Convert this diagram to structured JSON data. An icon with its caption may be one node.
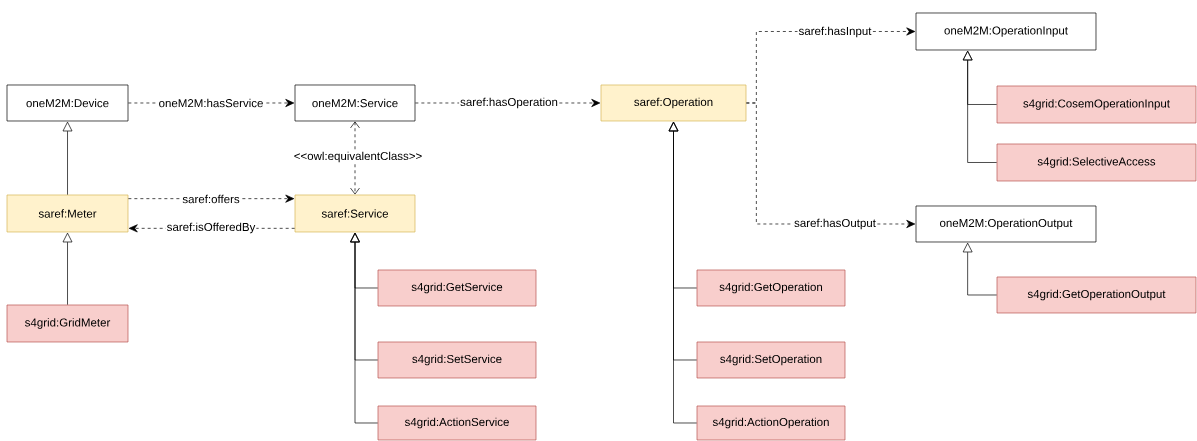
{
  "diagram": {
    "nodes": [
      {
        "text": [
          "oneM2M:Device"
        ]
      },
      {
        "text": [
          "oneM2M:Service"
        ]
      },
      {
        "text": [
          "saref:Operation"
        ]
      },
      {
        "text": [
          "oneM2M:OperationInput"
        ]
      },
      {
        "text": [
          "s4grid:CosemOperationInput"
        ]
      },
      {
        "text": [
          "s4grid:SelectiveAccess"
        ]
      },
      {
        "text": [
          "saref:Meter"
        ]
      },
      {
        "text": [
          "saref:Service"
        ]
      },
      {
        "text": [
          "oneM2M:OperationOutput"
        ]
      },
      {
        "text": [
          "s4grid:GetService"
        ]
      },
      {
        "text": [
          "s4grid:GetOperation"
        ]
      },
      {
        "text": [
          "s4grid:GetOperationOutput"
        ]
      },
      {
        "text": [
          "s4grid:GridMeter"
        ]
      },
      {
        "text": [
          "s4grid:SetService"
        ]
      },
      {
        "text": [
          "s4grid:SetOperation"
        ]
      },
      {
        "text": [
          "s4grid:ActionService"
        ]
      },
      {
        "text": [
          "s4grid:ActionOperation"
        ]
      }
    ],
    "edges": [
      {
        "from": 0,
        "to": 1,
        "arrow": "to",
        "label": "oneM2M:hasService",
        "style": "dashed"
      },
      {
        "from": 1,
        "to": 2,
        "arrow": "to",
        "label": "saref:hasOperation",
        "style": "dashed"
      },
      {
        "from": 2,
        "to": 3,
        "arrow": "to",
        "label": "saref:hasInput",
        "style": "dashed"
      },
      {
        "from": 2,
        "to": 8,
        "arrow": "to",
        "label": "saref:hasOutput",
        "style": "dashed"
      },
      {
        "from": 6,
        "to": 7,
        "arrow": "to",
        "label": "saref:offers",
        "style": "dashed"
      },
      {
        "from": 7,
        "to": 6,
        "arrow": "to",
        "label": "saref:isOfferedBy",
        "style": "dashed"
      },
      {
        "from": 1,
        "to": 7,
        "arrow": "both",
        "label": "<<owl:equivalentClass>>",
        "style": "dashed"
      },
      {
        "from": 6,
        "to": 0,
        "arrow": "to"
      },
      {
        "from": 12,
        "to": 6,
        "arrow": "to"
      },
      {
        "from": 9,
        "to": 7,
        "arrow": "to"
      },
      {
        "from": 13,
        "to": 7,
        "arrow": "to"
      },
      {
        "from": 15,
        "to": 7,
        "arrow": "to"
      },
      {
        "from": 10,
        "to": 2,
        "arrow": "to"
      },
      {
        "from": 14,
        "to": 2,
        "arrow": "to"
      },
      {
        "from": 16,
        "to": 2,
        "arrow": "to"
      },
      {
        "from": 4,
        "to": 3,
        "arrow": "to"
      },
      {
        "from": 5,
        "to": 3,
        "arrow": "to"
      },
      {
        "from": 11,
        "to": 8,
        "arrow": "to"
      }
    ]
  }
}
